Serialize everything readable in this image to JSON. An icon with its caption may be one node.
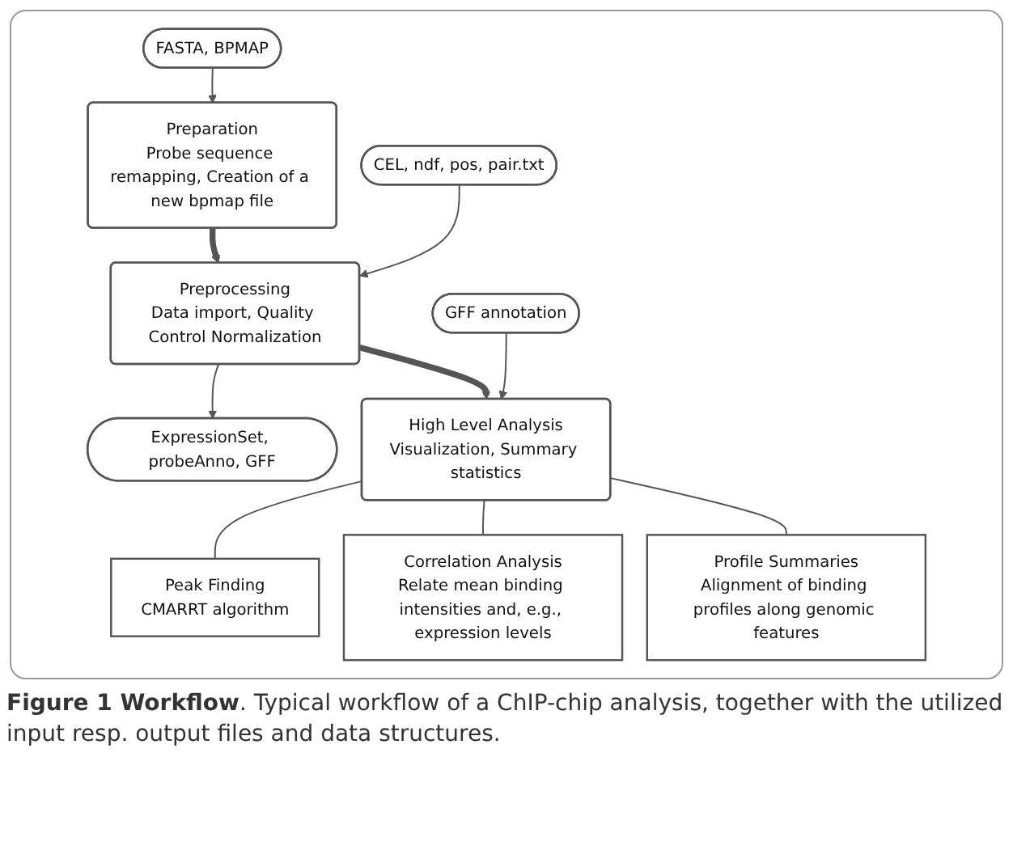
{
  "diagram": {
    "caption": "**Figure 1 Workflow**. Typical workflow of a ChIP-chip analysis, together with the utilized input resp. output files and data structures.",
    "nodes": [
      {
        "text": [
          "FASTA, BPMAP"
        ]
      },
      {
        "text": [
          "Preparation",
          "Probe sequence remapping, Creation of a new bpmap file"
        ]
      },
      {
        "text": [
          "CEL, ndf, pos, pair.txt"
        ]
      },
      {
        "text": [
          "Preprocessing",
          "Data import, Quality Control Normalization"
        ]
      },
      {
        "text": [
          "ExpressionSet, probeAnno, GFF"
        ]
      },
      {
        "text": [
          "GFF annotation"
        ]
      },
      {
        "text": [
          "High Level Analysis",
          "Visualization, Summary statistics"
        ]
      },
      {
        "text": [
          "Peak Finding",
          "CMARRT algorithm"
        ]
      },
      {
        "text": [
          "Correlation Analysis",
          "Relate mean binding intensities and, e.g., expression levels"
        ]
      },
      {
        "text": [
          "Profile Summaries",
          "Alignment of binding profiles along genomic features"
        ]
      }
    ],
    "edges": [
      {
        "from": 0,
        "to": 1,
        "arrow": "to"
      },
      {
        "from": 1,
        "to": 3,
        "arrow": "to",
        "style": "thick"
      },
      {
        "from": 2,
        "to": 3,
        "arrow": "to"
      },
      {
        "from": 3,
        "to": 4,
        "arrow": "to"
      },
      {
        "from": 3,
        "to": 6,
        "arrow": "to",
        "style": "thick"
      },
      {
        "from": 5,
        "to": 6,
        "arrow": "to"
      },
      {
        "from": 6,
        "to": 7,
        "arrow": "none"
      },
      {
        "from": 6,
        "to": 8,
        "arrow": "none"
      },
      {
        "from": 6,
        "to": 9,
        "arrow": "none"
      }
    ]
  }
}
